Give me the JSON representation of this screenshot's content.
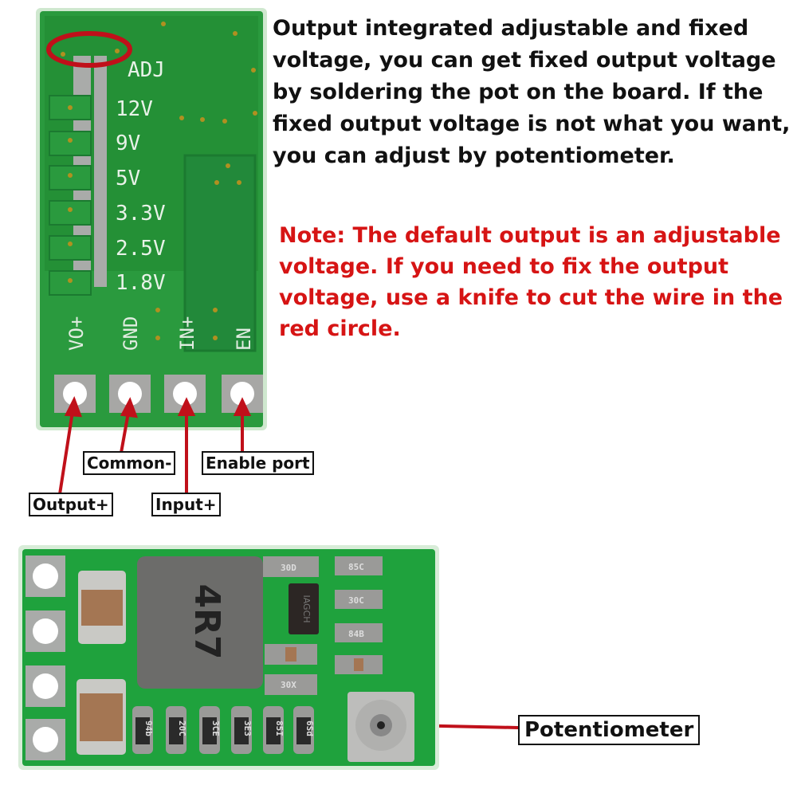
{
  "description": "Output integrated adjustable and fixed voltage, you can get fixed output voltage by soldering the pot on the board. If the fixed output voltage is not what you want, you can adjust by potentiometer.",
  "note": "Note: The default output is an adjustable voltage. If you need to fix the output voltage, use a knife to cut the wire in the red circle.",
  "board_top": {
    "silkscreen": [
      "ADJ",
      "12V",
      "9V",
      "5V",
      "3.3V",
      "2.5V",
      "1.8V"
    ],
    "pins": [
      "VO+",
      "GND",
      "IN+",
      "EN"
    ]
  },
  "callouts": {
    "common": "Common-",
    "enable": "Enable port",
    "output": "Output+",
    "input": "Input+",
    "potentiometer": "Potentiometer"
  },
  "board_bottom": {
    "inductor_marking": "4R7",
    "ic_marking": "IAGCH",
    "resistor_markings": [
      "30D",
      "85C",
      "30C",
      "84B",
      "30X",
      "94b",
      "20C",
      "3CE",
      "3E3",
      "85I",
      "6Sd"
    ]
  },
  "colors": {
    "pcb": "#1f9a3a",
    "annotation_red": "#c0101a",
    "note_text": "#d61414"
  }
}
